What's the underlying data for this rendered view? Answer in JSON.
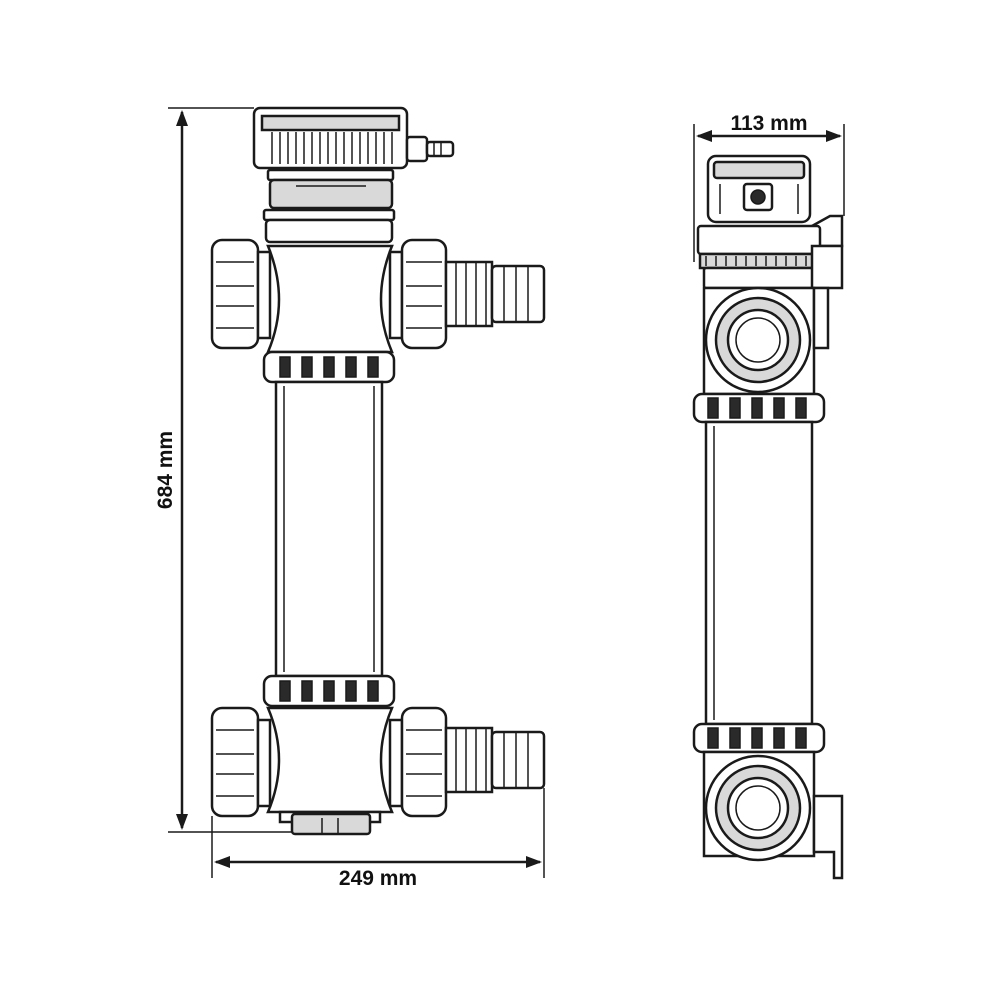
{
  "dimensions": {
    "height_label": "684 mm",
    "width_label": "249 mm",
    "depth_label": "113 mm"
  },
  "colors": {
    "line": "#1a1a1a",
    "body_fill": "#ffffff",
    "shade_fill": "#d9d9d9"
  }
}
